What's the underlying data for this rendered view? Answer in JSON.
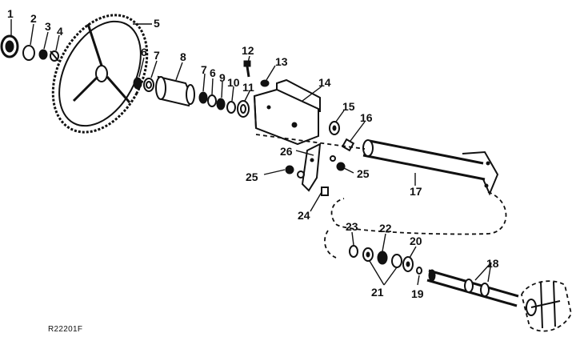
{
  "figure_code": "R22201F",
  "callouts": {
    "c1": "1",
    "c2": "2",
    "c3": "3",
    "c4": "4",
    "c5": "5",
    "c6a": "6",
    "c7a": "7",
    "c8": "8",
    "c7b": "7",
    "c6b": "6",
    "c9": "9",
    "c10": "10",
    "c11": "11",
    "c12": "12",
    "c13": "13",
    "c14": "14",
    "c15": "15",
    "c16": "16",
    "c17": "17",
    "c18": "18",
    "c19": "19",
    "c20": "20",
    "c21": "21",
    "c22": "22",
    "c23": "23",
    "c24": "24",
    "c25a": "25",
    "c25b": "25",
    "c26": "26"
  }
}
